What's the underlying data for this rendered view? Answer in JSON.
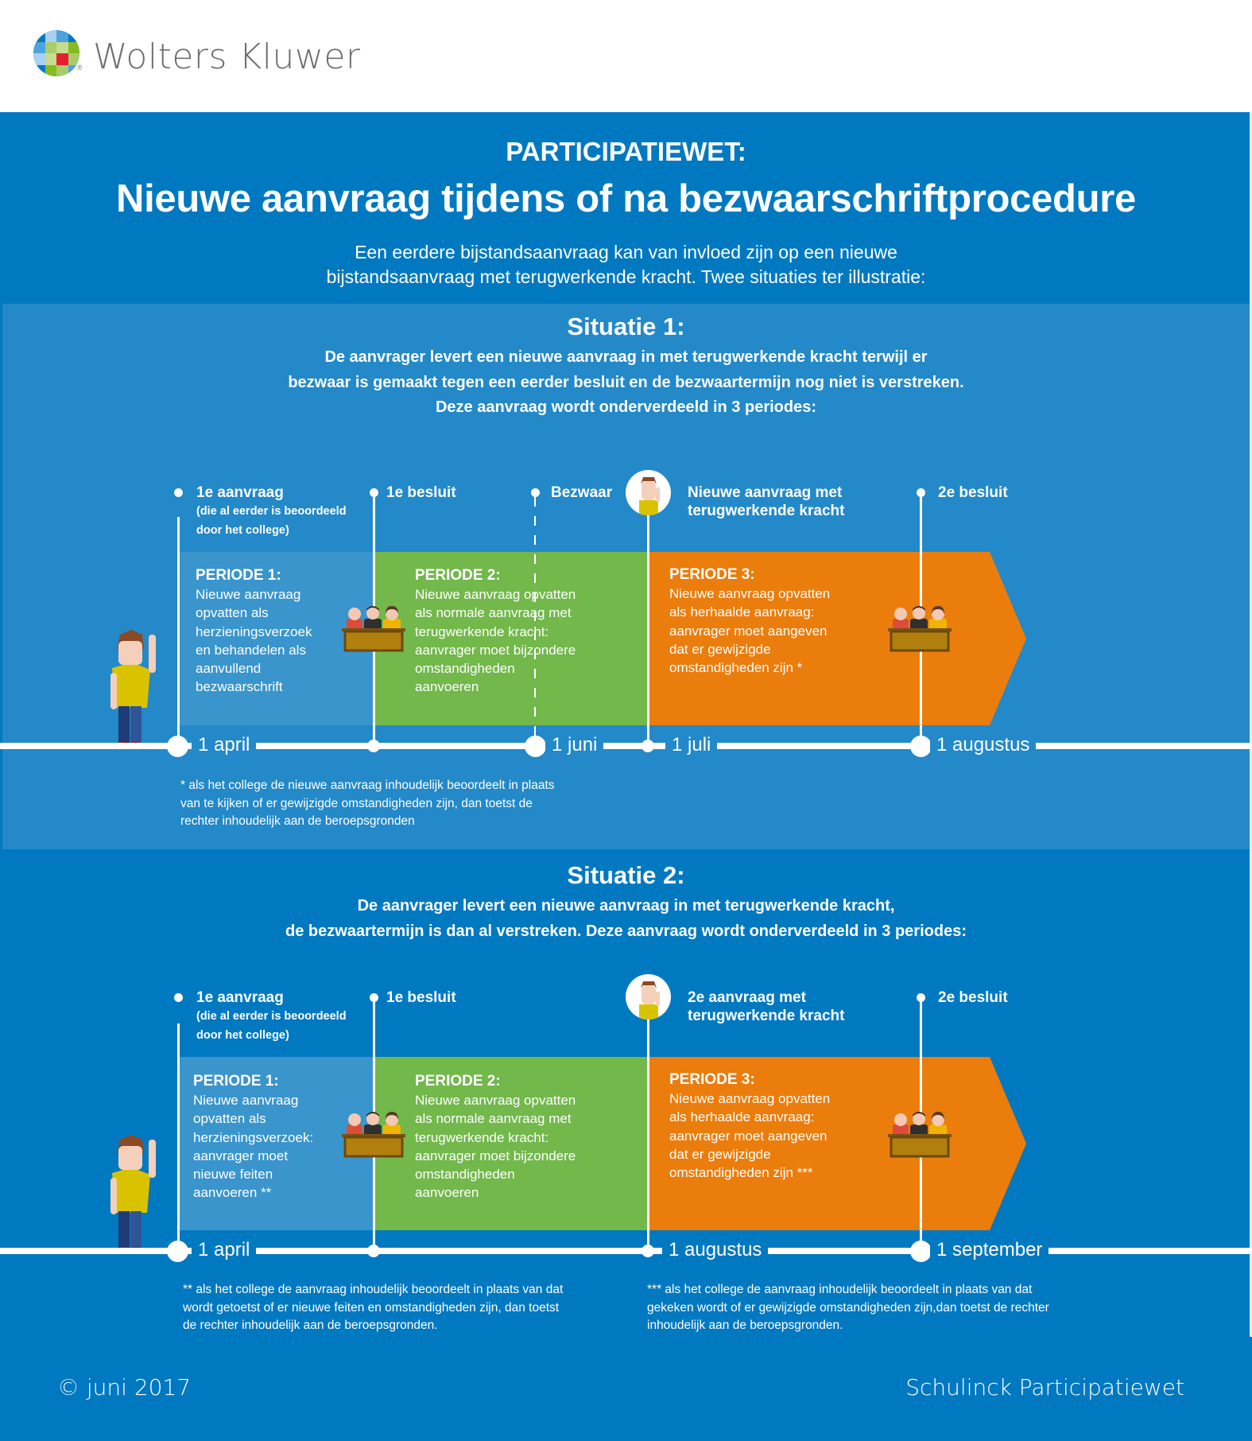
{
  "brand": {
    "name": "Wolters Kluwer",
    "registered_mark": "®",
    "logo_colors": [
      "#007ac3",
      "#85bc20",
      "#a6d1f0",
      "#e5202e",
      "#c5dd8c"
    ]
  },
  "header": {
    "kicker": "PARTICIPATIEWET:",
    "title": "Nieuwe aanvraag tijdens of na bezwaarschriftprocedure",
    "intro_line1": "Een eerdere bijstandsaanvraag kan van invloed zijn op een nieuwe",
    "intro_line2": "bijstandsaanvraag met terugwerkende kracht. Twee situaties ter illustratie:"
  },
  "colors": {
    "background": "#0079c1",
    "panel": "#2389c8",
    "periode1": "#3a95cc",
    "periode2": "#72b84b",
    "periode3": "#eb7d0c",
    "logo_text": "#6e6e6e"
  },
  "situatie1": {
    "title": "Situatie 1:",
    "desc_line1": "De aanvrager levert een nieuwe aanvraag in met terugwerkende kracht terwijl er",
    "desc_line2": "bezwaar is gemaakt tegen een eerder besluit en de bezwaartermijn nog niet is verstreken.",
    "desc_line3": "Deze aanvraag wordt onderverdeeld in 3 periodes:",
    "milestones": [
      {
        "label": "1e aanvraag",
        "sub1": "(die al eerder is beoordeeld",
        "sub2": "door het college)"
      },
      {
        "label": "1e besluit"
      },
      {
        "label": "Bezwaar"
      },
      {
        "label_line1": "Nieuwe aanvraag met",
        "label_line2": "terugwerkende kracht"
      },
      {
        "label": "2e besluit"
      }
    ],
    "periods": [
      {
        "title": "PERIODE 1:",
        "lines": [
          "Nieuwe aanvraag",
          "opvatten als",
          "herzieningsverzoek",
          "en behandelen als",
          "aanvullend",
          "bezwaarschrift"
        ]
      },
      {
        "title": "PERIODE 2:",
        "lines": [
          "Nieuwe aanvraag opvatten",
          "als normale aanvraag met",
          "terugwerkende kracht:",
          "aanvrager moet bijzondere",
          "omstandigheden",
          "aanvoeren"
        ]
      },
      {
        "title": "PERIODE 3:",
        "lines": [
          "Nieuwe aanvraag opvatten",
          "als herhaalde aanvraag:",
          "aanvrager moet aangeven",
          "dat er gewijzigde",
          "omstandigheden zijn *"
        ]
      }
    ],
    "dates": [
      "1 april",
      "1 juni",
      "1 juli",
      "1 augustus"
    ],
    "footnote_lines": [
      "* als het college de nieuwe aanvraag inhoudelijk beoordeelt in plaats",
      "van te kijken of er gewijzigde omstandigheden zijn, dan toetst de",
      "rechter inhoudelijk aan de beroepsgronden"
    ]
  },
  "situatie2": {
    "title": "Situatie 2:",
    "desc_line1": "De aanvrager levert een nieuwe aanvraag in met terugwerkende kracht,",
    "desc_line2": "de bezwaartermijn is dan al verstreken. Deze aanvraag wordt onderverdeeld in 3 periodes:",
    "milestones": [
      {
        "label": "1e aanvraag",
        "sub1": "(die al eerder is beoordeeld",
        "sub2": "door het college)"
      },
      {
        "label": "1e besluit"
      },
      {
        "label_line1": "2e aanvraag met",
        "label_line2": "terugwerkende kracht"
      },
      {
        "label": "2e besluit"
      }
    ],
    "periods": [
      {
        "title": "PERIODE 1:",
        "lines": [
          "Nieuwe aanvraag",
          "opvatten als",
          "herzieningsverzoek:",
          "aanvrager moet",
          "nieuwe feiten",
          "aanvoeren **"
        ]
      },
      {
        "title": "PERIODE 2:",
        "lines": [
          "Nieuwe aanvraag opvatten",
          "als normale aanvraag met",
          "terugwerkende kracht:",
          "aanvrager moet bijzondere",
          "omstandigheden",
          "aanvoeren"
        ]
      },
      {
        "title": "PERIODE 3:",
        "lines": [
          "Nieuwe aanvraag opvatten",
          "als herhaalde aanvraag:",
          "aanvrager moet aangeven",
          "dat er gewijzigde",
          "omstandigheden zijn ***"
        ]
      }
    ],
    "dates": [
      "1 april",
      "1 augustus",
      "1 september"
    ],
    "footnote_left_lines": [
      "** als het college de aanvraag inhoudelijk beoordeelt in plaats van dat",
      "wordt getoetst of er nieuwe feiten en omstandigheden zijn, dan toetst",
      "de rechter inhoudelijk aan de beroepsgronden."
    ],
    "footnote_right_lines": [
      "*** als het college de aanvraag inhoudelijk beoordeelt in plaats van dat",
      "gekeken wordt of er gewijzigde omstandigheden zijn,dan toetst de rechter",
      "inhoudelijk aan de beroepsgronden."
    ]
  },
  "icons": {
    "applicant": "person-waving-icon",
    "committee": "jury-panel-icon",
    "avatar": "applicant-avatar-icon"
  },
  "footer": {
    "left": "© juni 2017",
    "right": "Schulinck Participatiewet"
  }
}
